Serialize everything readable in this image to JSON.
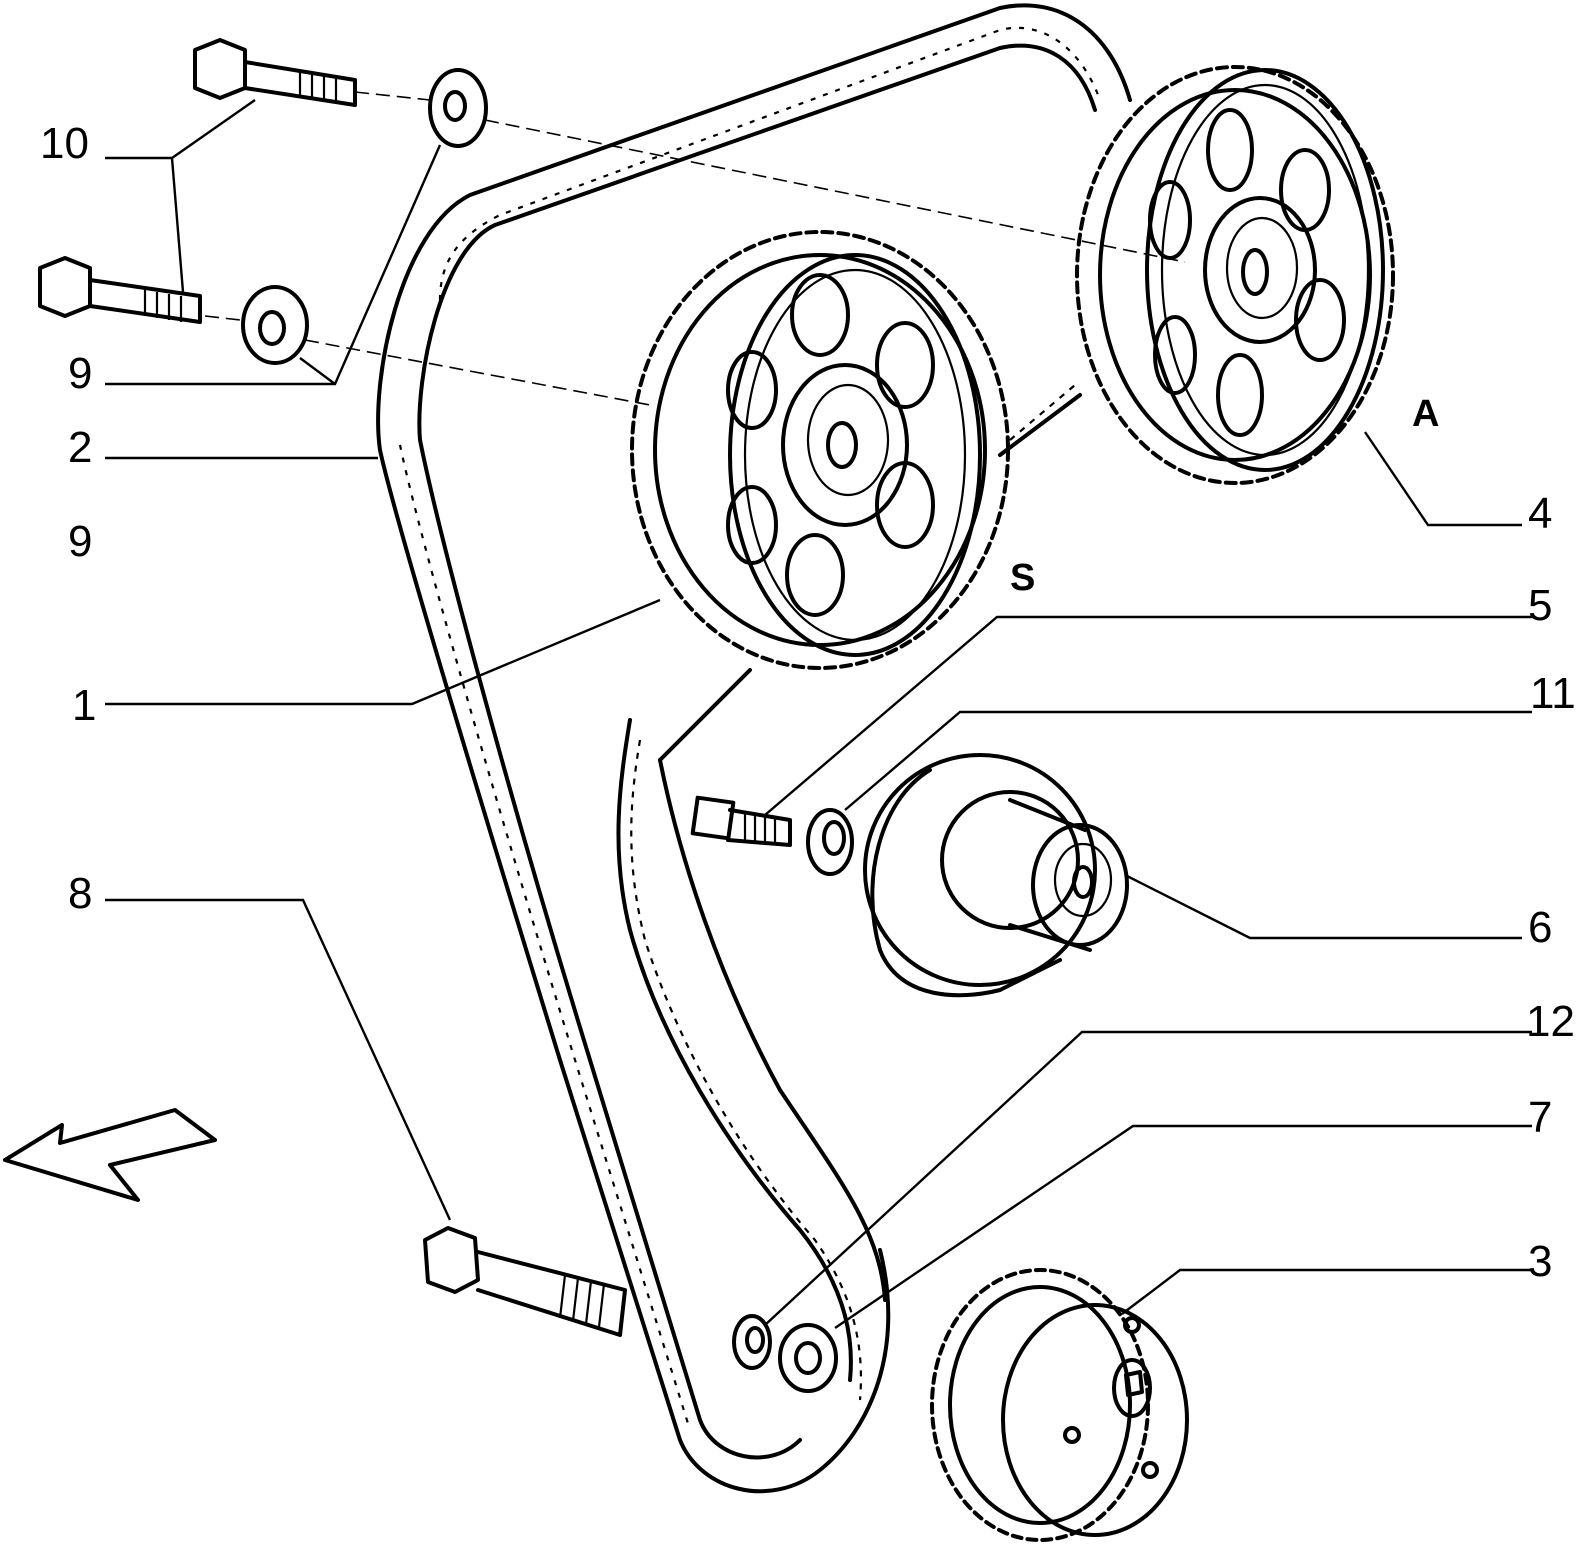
{
  "diagram": {
    "callouts": {
      "c10": "10",
      "c9a": "9",
      "c2": "2",
      "c9b": "9",
      "c1": "1",
      "c8": "8",
      "c4": "4",
      "cA": "A",
      "cS": "S",
      "c5": "5",
      "c11": "11",
      "c6": "6",
      "c12": "12",
      "c7": "7",
      "c3": "3"
    }
  }
}
